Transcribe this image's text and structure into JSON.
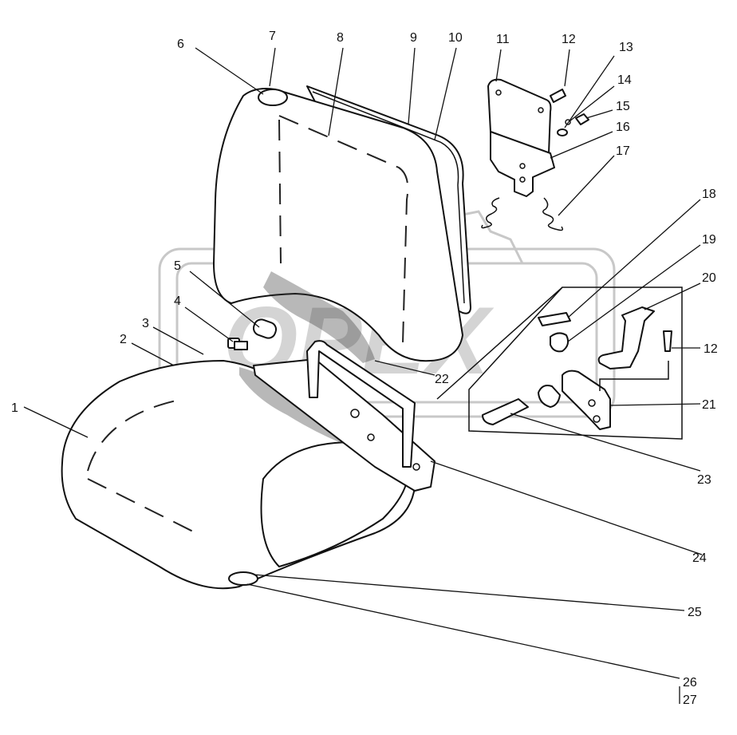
{
  "watermark": {
    "text": "OPEX"
  },
  "callouts": {
    "c1": "1",
    "c2": "2",
    "c3": "3",
    "c4": "4",
    "c5": "5",
    "c6": "6",
    "c7": "7",
    "c8": "8",
    "c9": "9",
    "c10": "10",
    "c11": "11",
    "c12a": "12",
    "c12b": "12",
    "c13": "13",
    "c14": "14",
    "c15": "15",
    "c16": "16",
    "c17": "17",
    "c18": "18",
    "c19": "19",
    "c20": "20",
    "c21": "21",
    "c22": "22",
    "c23": "23",
    "c24": "24",
    "c25": "25",
    "c26": "26",
    "c27": "27"
  },
  "colors": {
    "line": "#111111",
    "watermark": "#c8c8c8",
    "background": "#ffffff"
  }
}
